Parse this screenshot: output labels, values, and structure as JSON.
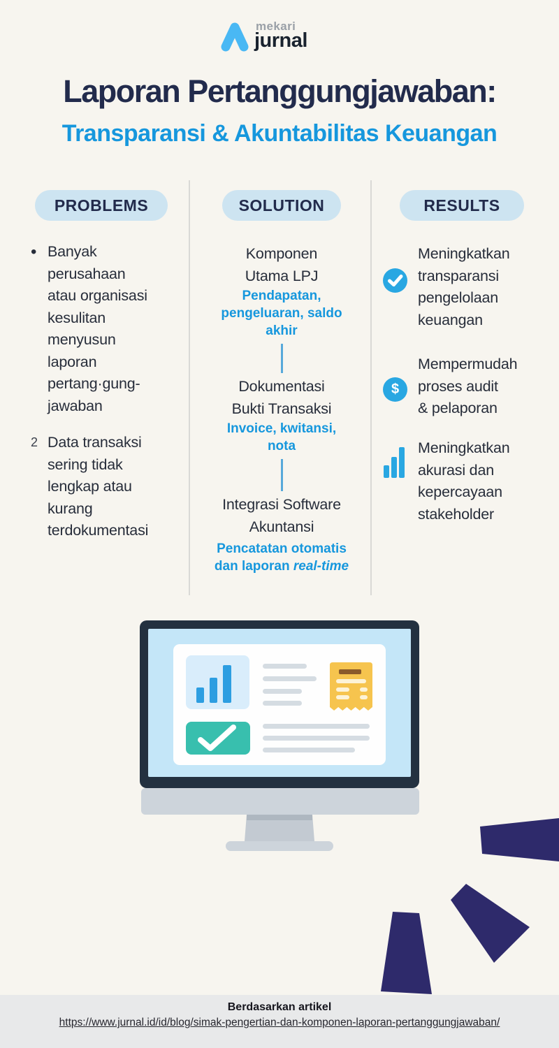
{
  "logo": {
    "mekari": "mekari",
    "jurnal": "jurnal",
    "icon": "mekari-chevron-icon"
  },
  "header": {
    "title": "Laporan Pertanggungjawaban:",
    "subtitle": "Transparansi & Akuntabilitas Keuangan"
  },
  "columns": {
    "problems": {
      "label": "PROBLEMS",
      "items": [
        {
          "marker": "•",
          "text": "Banyak\nperusahaan\natau organisasi\nkesulitan\nmenyusun\nlaporan\npertang·gung-\njawaban"
        },
        {
          "marker": "2",
          "text": "Data transaksi\nsering tidak\nlengkap atau\nkurang\nterdokumentasi"
        }
      ]
    },
    "solution": {
      "label": "SOLUTION",
      "steps": [
        {
          "title": "Komponen\nUtama LPJ",
          "subtitle": "Pendapatan,\npengeluaran, saldo\nakhir"
        },
        {
          "title": "Dokumentasi\nBukti Transaksi",
          "subtitle": "Invoice, kwitansi,\nnota"
        },
        {
          "title": "Integrasi Software\nAkuntansi",
          "subtitle_prefix": "Pencatatan otomatis\ndan laporan ",
          "subtitle_italic": "real-time"
        }
      ]
    },
    "results": {
      "label": "RESULTS",
      "items": [
        {
          "icon": "check-circle-icon",
          "text": "Meningkatkan\ntransparansi\npengelolaan\nkeuangan"
        },
        {
          "icon": "dollar-circle-icon",
          "text": "Mempermudah\nproses audit\n& pelaporan"
        },
        {
          "icon": "bar-chart-icon",
          "text": "Meningkatkan\nakurasi dan\nkepercayaan\nstakeholder"
        }
      ]
    }
  },
  "illustrations": {
    "monitor": "monitor-dashboard-illustration",
    "burst": "burst-rays-decoration"
  },
  "footer": {
    "label": "Berdasarkan artikel",
    "url": "https://www.jurnal.id/id/blog/simak-pengertian-dan-komponen-laporan-pertanggungjawaban/"
  },
  "colors": {
    "background": "#f7f5ef",
    "navy": "#222b4c",
    "accent_blue": "#1697dd",
    "icon_blue": "#29a7e2",
    "body_text": "#272d3a",
    "pill_bg": "#cde4f1",
    "teal": "#38bfae",
    "receipt_yellow": "#f6c44e",
    "burst_navy": "#2e2a6b",
    "footer_bg": "#e8e9ea"
  }
}
